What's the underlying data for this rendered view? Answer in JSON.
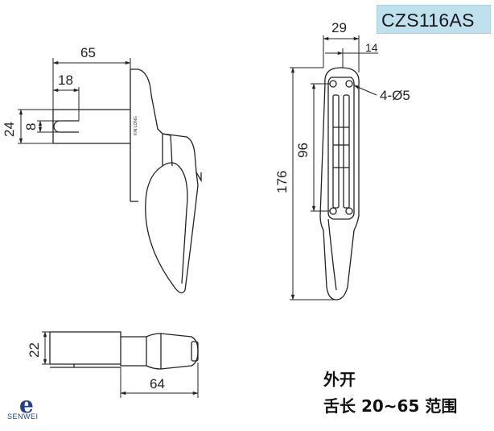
{
  "model": "CZS116AS",
  "side_view": {
    "dims": {
      "width_overall": "65",
      "tongue_offset": "18",
      "height_outer": "24",
      "slot_height": "8"
    },
    "brand_text": "KIN LONG"
  },
  "front_view": {
    "dims": {
      "width_outer": "29",
      "width_inner": "14",
      "holes": "4-Ø5",
      "overall_length": "176",
      "hole_spacing": "96"
    }
  },
  "bottom_view": {
    "dims": {
      "height": "22",
      "length": "64"
    }
  },
  "notes": {
    "line1": "外开",
    "line2": "舌长 20~65 范围"
  },
  "logo_text": "SENWEI"
}
